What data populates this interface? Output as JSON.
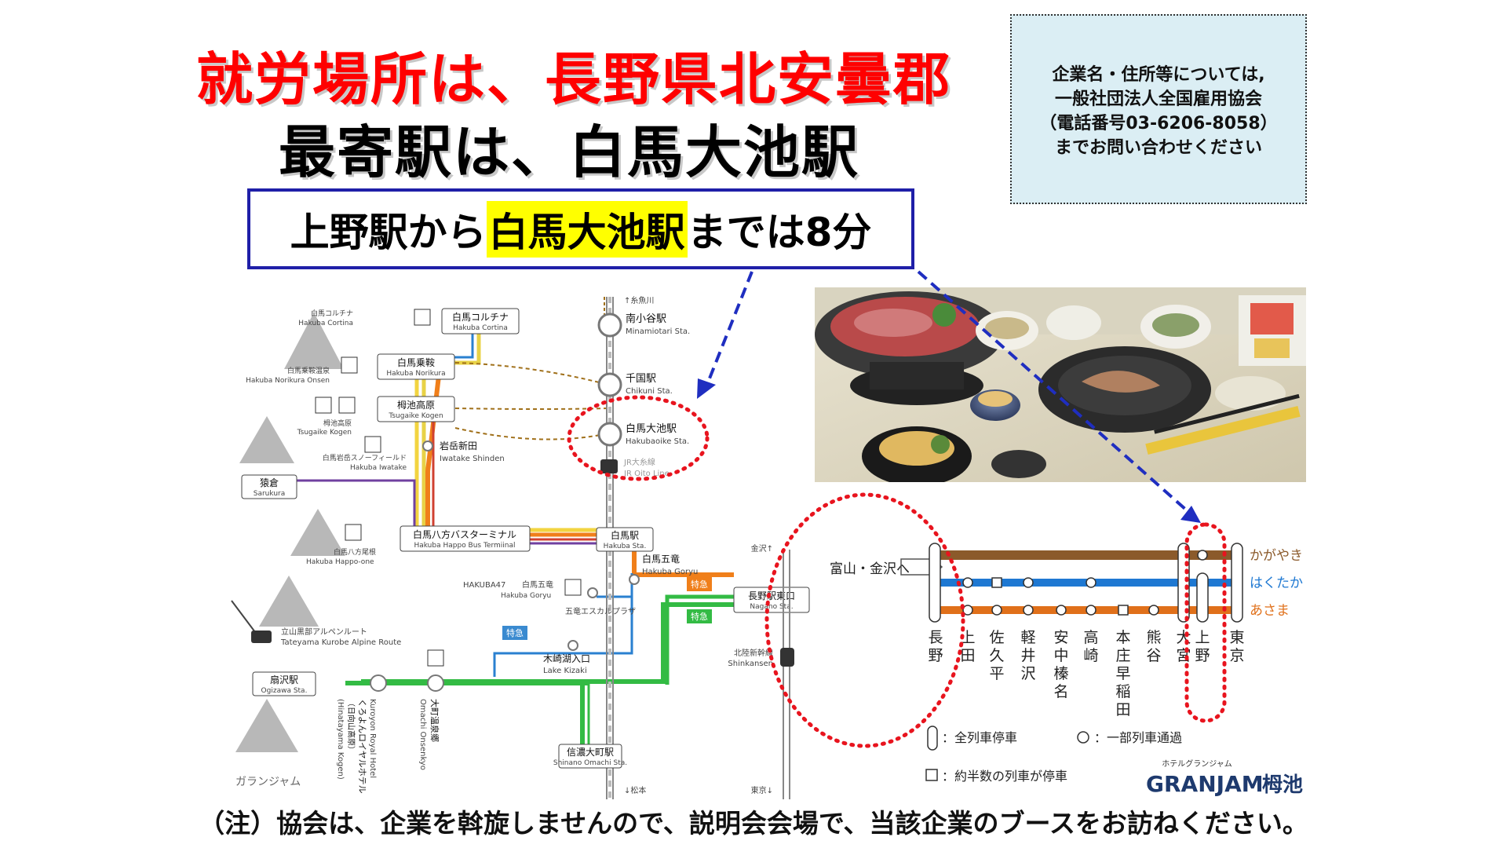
{
  "header": {
    "title_line1": "就労場所は、長野県北安曇郡",
    "title_line2": "最寄駅は、白馬大池駅"
  },
  "notice": {
    "line1": "企業名・住所等については,",
    "line2": "一般社団法人全国雇用協会",
    "line3": "（電話番号03-6206-8058）",
    "line4": "までお問い合わせください"
  },
  "subtitle": {
    "prefix": "上野駅から",
    "highlight": "白馬大池駅",
    "suffix": "までは8分"
  },
  "footnote": "（注）協会は、企業を斡旋しませんので、説明会会場で、当該企業のブースをお訪ねください。",
  "map": {
    "top_label": "↑糸魚川",
    "bottom_label": "↓松本",
    "line_label": "JR大糸線",
    "line_label_en": "JR Oito Line",
    "stations": {
      "minamiotari_jp": "南小谷駅",
      "minamiotari_en": "Minamiotari Sta.",
      "chikuni_jp": "千国駅",
      "chikuni_en": "Chikuni Sta.",
      "hakubaoike_jp": "白馬大池駅",
      "hakubaoike_en": "Hakubaoike Sta.",
      "hakuba_jp": "白馬駅",
      "hakuba_en": "Hakuba Sta.",
      "shinano_omachi_jp": "信濃大町駅",
      "shinano_omachi_en": "Shinano Omachi Sta.",
      "ogizawa_jp": "扇沢駅",
      "ogizawa_en": "Ogizawa Sta.",
      "nagano_jp": "長野駅東口",
      "nagano_en": "Nagano Sta."
    },
    "stops": {
      "cortina_jp": "白馬コルチナ",
      "cortina_en": "Hakuba Cortina",
      "norikura_jp": "白馬乗鞍",
      "norikura_en": "Hakuba Norikura",
      "tsugaike_jp": "栂池高原",
      "tsugaike_en": "Tsugaike Kogen",
      "iwatake_jp": "岩岳新田",
      "iwatake_en": "Iwatake Shinden",
      "sarukura_jp": "猿倉",
      "sarukura_en": "Sarukura",
      "happo_bus_jp": "白馬八方バスターミナル",
      "happo_bus_en": "Hakuba Happo Bus Termiinal",
      "goryu_jp": "白馬五竜",
      "goryu_en": "Hakuba Goryu",
      "goryu_escal": "五竜エスカルプラザ",
      "lake_kizaki_jp": "木崎湖入口",
      "lake_kizaki_en": "Lake Kizaki",
      "kuroyon_jp": "くろよんロイヤルホテル",
      "kuroyon_en": "Kuroyon Royal Hotel",
      "hinatayama_jp": "（日向山高原）",
      "hinatayama_en": "(Hinatayama Kogen)",
      "omachi_onsen_jp": "大町温泉郷",
      "omachi_onsen_en": "Omachi Onsenkyo"
    },
    "resorts": {
      "cortina_jp": "白馬コルチナ",
      "cortina_en": "Hakuba Cortina",
      "norikura_jp": "白馬乗鞍温泉",
      "norikura_en": "Hakuba Norikura Onsen",
      "tsugaike_jp": "栂池高原",
      "tsugaike_en": "Tsugaike Kogen",
      "iwatake_jp": "白馬岩岳スノーフィールド",
      "iwatake_en": "Hakuba Iwatake",
      "happo_jp": "白馬八方尾根",
      "happo_en": "Hakuba Happo-one",
      "hakuba47": "HAKUBA47",
      "goryu_jp": "白馬五竜",
      "goryu_en": "Hakuba Goryu",
      "alpine_jp": "立山黒部アルペンルート",
      "alpine_en": "Tateyama Kurobe Alpine Route"
    },
    "express": "特急",
    "kanazawa": "金沢↑",
    "tokyo": "東京↓",
    "shinkansen_jp": "北陸新幹線",
    "shinkansen_en": "Shinkansen",
    "watermark": "ガランジャム"
  },
  "shinkansen": {
    "direction": "富山・金沢へ",
    "stations": [
      "長野",
      "上田",
      "佐久平",
      "軽井沢",
      "安中榛名",
      "高崎",
      "本庄早稲田",
      "熊谷",
      "大宮",
      "上野",
      "東京"
    ],
    "services": [
      "かがやき",
      "はくたか",
      "あさま"
    ],
    "legend_all": "：全列車停車",
    "legend_some": "：一部列車通過",
    "legend_half": "：約半数の列車が停車",
    "colors": {
      "kagayaki": "#8b5a2b",
      "hakutaka": "#1e78d2",
      "asama": "#e0701a"
    }
  },
  "logo": {
    "kana": "ホテルグランジャム",
    "name": "GRANJAM",
    "kanji": "栂池"
  }
}
